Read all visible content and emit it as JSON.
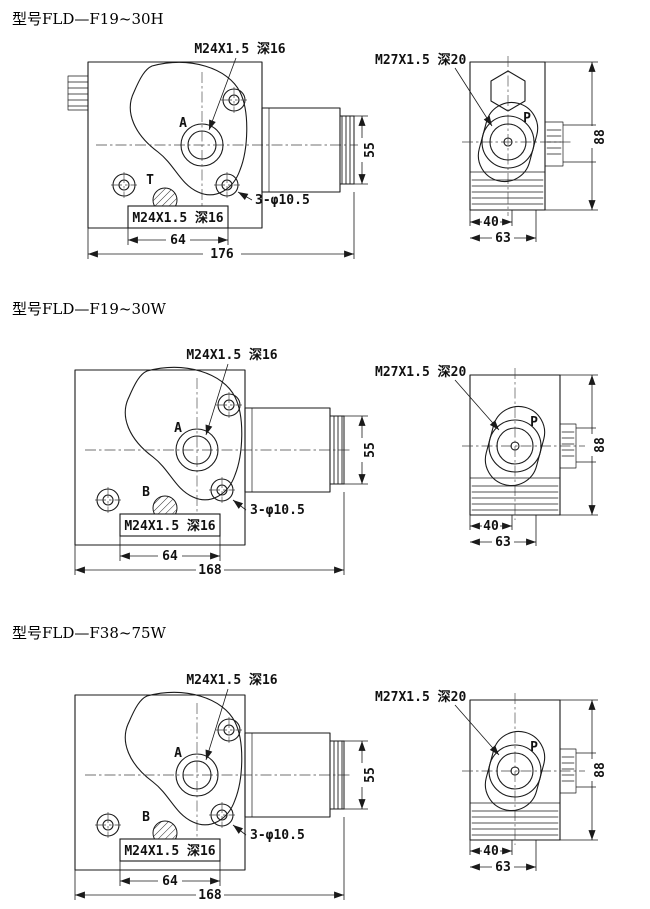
{
  "page": {
    "background": "#ffffff"
  },
  "sections": [
    {
      "title": "型号FLD—F19~30H",
      "front": {
        "thread_top": "M24X1.5 深16",
        "thread_bottom": "M24X1.5 深16",
        "port_main": "A",
        "port_second": "T",
        "holes": "3-φ10.5",
        "dim_port_width": "64",
        "dim_total_width": "176",
        "dim_coil_height": "55"
      },
      "side": {
        "thread": "M27X1.5 深20",
        "port": "P",
        "dim_step": "40",
        "dim_base": "63",
        "dim_height": "88"
      }
    },
    {
      "title": "型号FLD—F19~30W",
      "front": {
        "thread_top": "M24X1.5 深16",
        "thread_bottom": "M24X1.5 深16",
        "port_main": "A",
        "port_second": "B",
        "holes": "3-φ10.5",
        "dim_port_width": "64",
        "dim_total_width": "168",
        "dim_coil_height": "55"
      },
      "side": {
        "thread": "M27X1.5 深20",
        "port": "P",
        "dim_step": "40",
        "dim_base": "63",
        "dim_height": "88"
      }
    },
    {
      "title": "型号FLD—F38~75W",
      "front": {
        "thread_top": "M24X1.5 深16",
        "thread_bottom": "M24X1.5 深16",
        "port_main": "A",
        "port_second": "B",
        "holes": "3-φ10.5",
        "dim_port_width": "64",
        "dim_total_width": "168",
        "dim_coil_height": "55"
      },
      "side": {
        "thread": "M27X1.5 深20",
        "port": "P",
        "dim_step": "40",
        "dim_base": "63",
        "dim_height": "88"
      }
    }
  ]
}
